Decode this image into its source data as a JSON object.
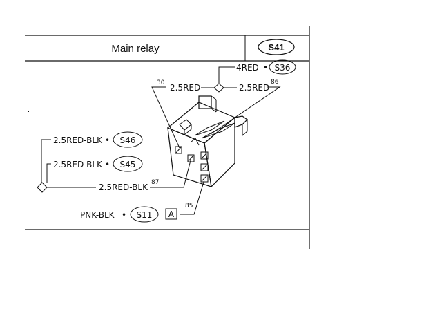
{
  "header": {
    "title": "Main relay",
    "code": "S41"
  },
  "connectors": {
    "s36": {
      "wire": "4RED",
      "code": "S36"
    },
    "s46": {
      "wire": "2.5RED-BLK",
      "code": "S46"
    },
    "s45": {
      "wire": "2.5RED-BLK",
      "code": "S45"
    },
    "s11": {
      "wire": "PNK-BLK",
      "code": "S11",
      "tag": "A"
    }
  },
  "wires": {
    "pin30_wire": "2.5RED",
    "pin86_wire": "2.5RED",
    "pin87_wire": "2.5RED-BLK"
  },
  "pins": {
    "p30": "30",
    "p86": "86",
    "p87": "87",
    "p85": "85"
  },
  "bullet": "•"
}
